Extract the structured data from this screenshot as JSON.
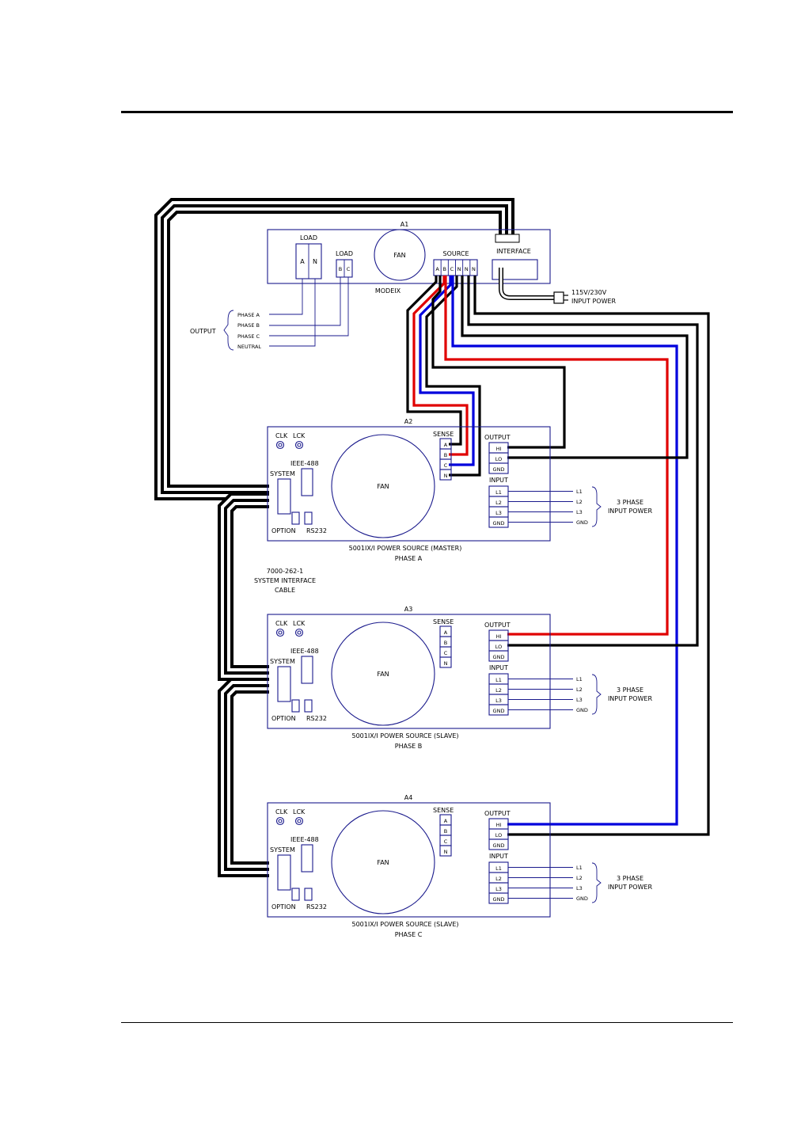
{
  "colors": {
    "phase_a": "#000000",
    "phase_b": "#e00000",
    "phase_c": "#0000dd",
    "neutral": "#000000",
    "outline": "#1a1a8c"
  },
  "a1": {
    "ref": "A1",
    "model": "MODEIX",
    "load_left": "LOAD",
    "load_a": "A",
    "load_n": "N",
    "load_right": "LOAD",
    "load_b": "B",
    "load_c": "C",
    "fan": "FAN",
    "source": "SOURCE",
    "source_terms": [
      "A",
      "B",
      "C",
      "N",
      "N",
      "N"
    ],
    "interface": "INTERFACE",
    "input_power_1": "115V/230V",
    "input_power_2": "INPUT POWER"
  },
  "output": {
    "label": "OUTPUT",
    "lines": [
      "PHASE A",
      "PHASE B",
      "PHASE C",
      "NEUTRAL"
    ]
  },
  "cable": {
    "part": "7000-262-1",
    "line2": "SYSTEM INTERFACE",
    "line3": "CABLE"
  },
  "units": [
    {
      "ref": "A2",
      "title": "5001IX/I POWER SOURCE (MASTER)",
      "phase": "PHASE A"
    },
    {
      "ref": "A3",
      "title": "5001IX/I POWER SOURCE (SLAVE)",
      "phase": "PHASE B"
    },
    {
      "ref": "A4",
      "title": "5001IX/I POWER SOURCE (SLAVE)",
      "phase": "PHASE C"
    }
  ],
  "unit_labels": {
    "clk": "CLK",
    "lck": "LCK",
    "ieee": "IEEE-488",
    "system": "SYSTEM",
    "option": "OPTION",
    "rs232": "RS232",
    "fan": "FAN",
    "sense": "SENSE",
    "sense_terms": [
      "A",
      "B",
      "C",
      "N"
    ],
    "output": "OUTPUT",
    "output_terms": [
      "HI",
      "LO",
      "GND"
    ],
    "input": "INPUT",
    "input_terms": [
      "L1",
      "L2",
      "L3",
      "GND"
    ],
    "line_terms": [
      "L1",
      "L2",
      "L3",
      "GND"
    ],
    "three_phase_1": "3 PHASE",
    "three_phase_2": "INPUT POWER"
  }
}
